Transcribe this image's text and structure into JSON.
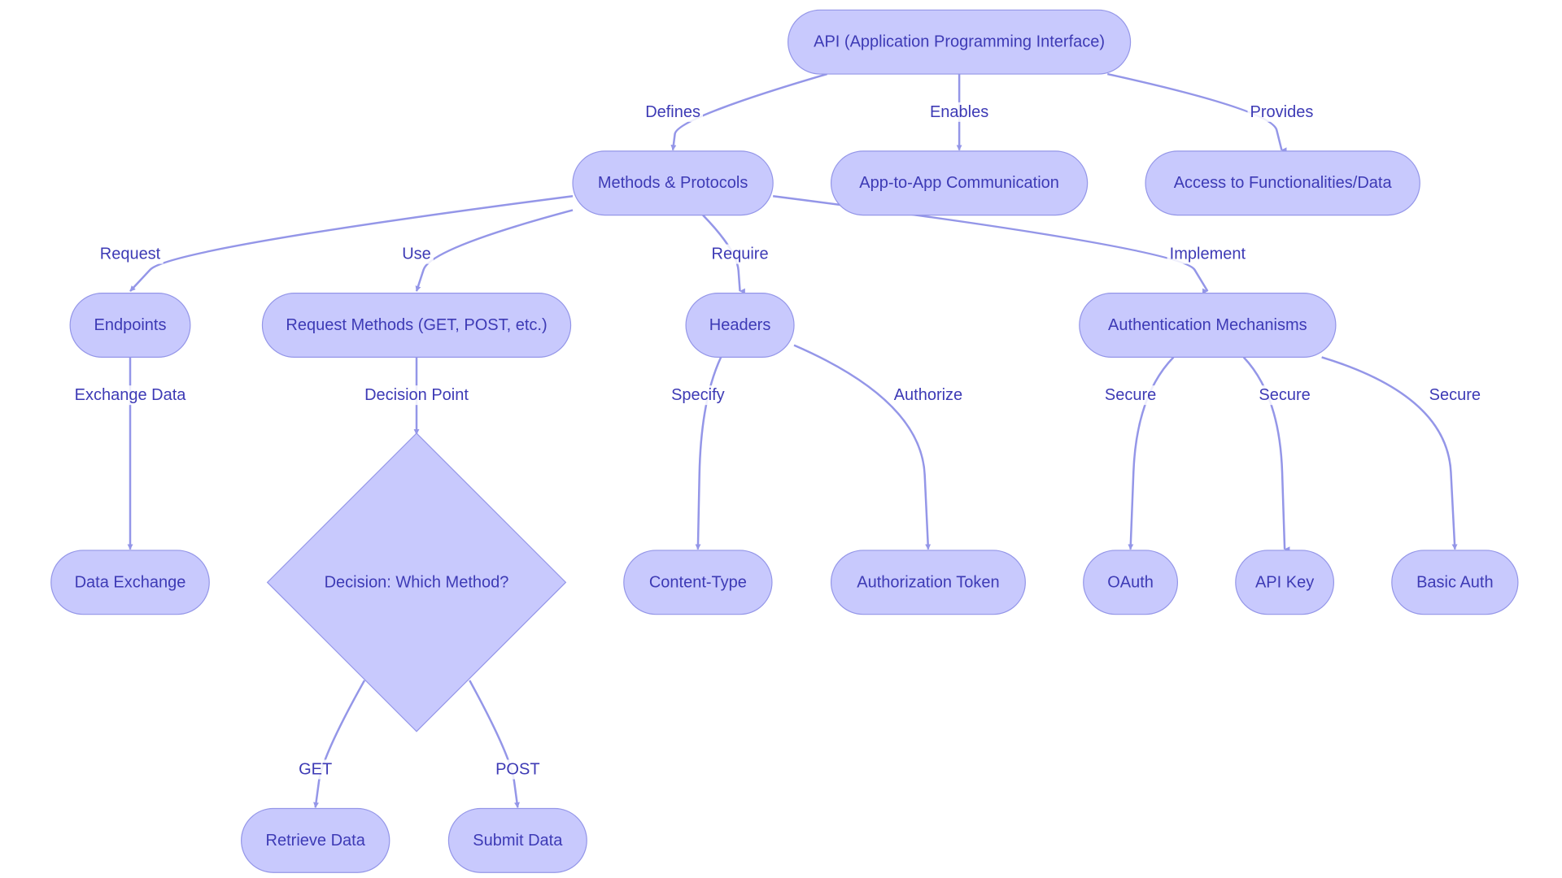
{
  "colors": {
    "node_fill": "#c8c9fd",
    "node_stroke": "#9496e8",
    "edge": "#9496e8",
    "text": "#3d3ab5",
    "background": "#ffffff"
  },
  "nodes": [
    {
      "id": "api",
      "label": "API (Application Programming Interface)",
      "shape": "pill"
    },
    {
      "id": "methods",
      "label": "Methods & Protocols",
      "shape": "pill"
    },
    {
      "id": "app2app",
      "label": "App-to-App Communication",
      "shape": "pill"
    },
    {
      "id": "access",
      "label": "Access to Functionalities/Data",
      "shape": "pill"
    },
    {
      "id": "endpoints",
      "label": "Endpoints",
      "shape": "pill"
    },
    {
      "id": "reqmethods",
      "label": "Request Methods (GET, POST, etc.)",
      "shape": "pill"
    },
    {
      "id": "headers",
      "label": "Headers",
      "shape": "pill"
    },
    {
      "id": "auth",
      "label": "Authentication Mechanisms",
      "shape": "pill"
    },
    {
      "id": "dataexchange",
      "label": "Data Exchange",
      "shape": "pill"
    },
    {
      "id": "decision",
      "label": "Decision: Which Method?",
      "shape": "diamond"
    },
    {
      "id": "contenttype",
      "label": "Content-Type",
      "shape": "pill"
    },
    {
      "id": "authtoken",
      "label": "Authorization Token",
      "shape": "pill"
    },
    {
      "id": "oauth",
      "label": "OAuth",
      "shape": "pill"
    },
    {
      "id": "apikey",
      "label": "API Key",
      "shape": "pill"
    },
    {
      "id": "basicauth",
      "label": "Basic Auth",
      "shape": "pill"
    },
    {
      "id": "retrieve",
      "label": "Retrieve Data",
      "shape": "pill"
    },
    {
      "id": "submit",
      "label": "Submit Data",
      "shape": "pill"
    }
  ],
  "edges": [
    {
      "id": "e1",
      "from": "api",
      "to": "methods",
      "label": "Defines"
    },
    {
      "id": "e2",
      "from": "api",
      "to": "app2app",
      "label": "Enables"
    },
    {
      "id": "e3",
      "from": "api",
      "to": "access",
      "label": "Provides"
    },
    {
      "id": "e4",
      "from": "methods",
      "to": "endpoints",
      "label": "Request"
    },
    {
      "id": "e5",
      "from": "methods",
      "to": "reqmethods",
      "label": "Use"
    },
    {
      "id": "e6",
      "from": "methods",
      "to": "headers",
      "label": "Require"
    },
    {
      "id": "e7",
      "from": "methods",
      "to": "auth",
      "label": "Implement"
    },
    {
      "id": "e8",
      "from": "endpoints",
      "to": "dataexchange",
      "label": "Exchange Data"
    },
    {
      "id": "e9",
      "from": "reqmethods",
      "to": "decision",
      "label": "Decision Point"
    },
    {
      "id": "e10",
      "from": "headers",
      "to": "contenttype",
      "label": "Specify"
    },
    {
      "id": "e11",
      "from": "headers",
      "to": "authtoken",
      "label": "Authorize"
    },
    {
      "id": "e12",
      "from": "auth",
      "to": "oauth",
      "label": "Secure"
    },
    {
      "id": "e13",
      "from": "auth",
      "to": "apikey",
      "label": "Secure"
    },
    {
      "id": "e14",
      "from": "auth",
      "to": "basicauth",
      "label": "Secure"
    },
    {
      "id": "e15",
      "from": "decision",
      "to": "retrieve",
      "label": "GET"
    },
    {
      "id": "e16",
      "from": "decision",
      "to": "submit",
      "label": "POST"
    }
  ]
}
